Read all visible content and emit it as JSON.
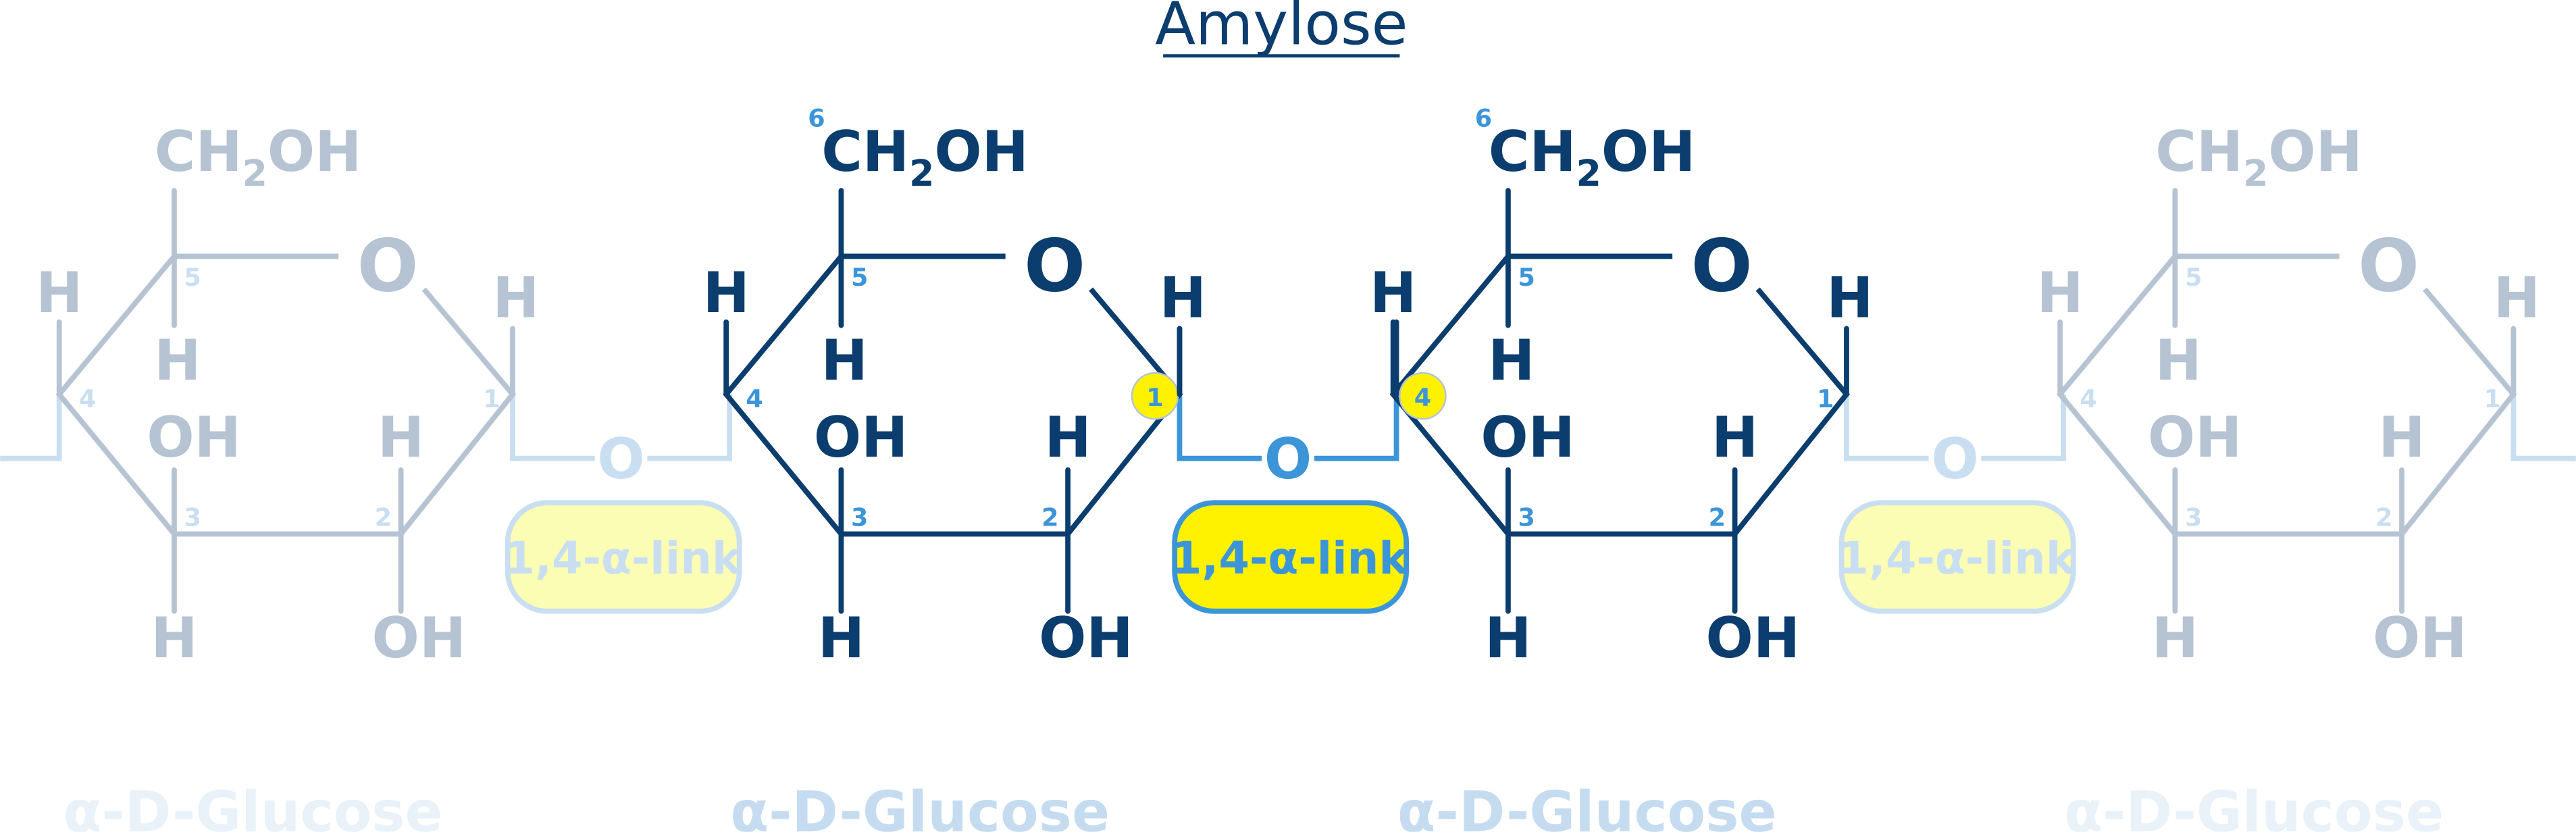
{
  "title": "Amylose",
  "colors": {
    "primary": "#0b3d6e",
    "faded": "#b5c3d3",
    "link_blue": "#3b95d8",
    "link_blue_faded": "#c9dff1",
    "yellow": "#fff200",
    "yellow_faded": "#fcfdb4",
    "label": "#c5dcf0",
    "label_faded": "#e9f1f9"
  },
  "units": [
    {
      "style": "faded",
      "labels": {
        "c6": "",
        "ch2": "CH",
        "sub2": "2",
        "oh": "OH",
        "ring_o": "O",
        "h_c4": "H",
        "h_c5": "H",
        "oh_c3": "OH",
        "h_c2": "H",
        "h_c1": "H",
        "h_c3b": "H",
        "oh_c2b": "OH",
        "n1": "1",
        "n2": "2",
        "n3": "3",
        "n4": "4",
        "n5": "5"
      },
      "name": "α-D-Glucose"
    },
    {
      "style": "primary",
      "labels": {
        "c6": "6",
        "ch2": "CH",
        "sub2": "2",
        "oh": "OH",
        "ring_o": "O",
        "h_c4": "H",
        "h_c5": "H",
        "oh_c3": "OH",
        "h_c2": "H",
        "h_c1": "H",
        "h_c3b": "H",
        "oh_c2b": "OH",
        "n1": "1",
        "n2": "2",
        "n3": "3",
        "n4": "4",
        "n5": "5"
      },
      "name": "α-D-Glucose"
    },
    {
      "style": "primary",
      "labels": {
        "c6": "6",
        "ch2": "CH",
        "sub2": "2",
        "oh": "OH",
        "ring_o": "O",
        "h_c4": "H",
        "h_c5": "H",
        "oh_c3": "OH",
        "h_c2": "H",
        "h_c1": "H",
        "h_c3b": "H",
        "oh_c2b": "OH",
        "n1": "1",
        "n2": "2",
        "n3": "3",
        "n4": "4",
        "n5": "5"
      },
      "name": "α-D-Glucose"
    },
    {
      "style": "faded",
      "labels": {
        "c6": "",
        "ch2": "CH",
        "sub2": "2",
        "oh": "OH",
        "ring_o": "O",
        "h_c4": "H",
        "h_c5": "H",
        "oh_c3": "OH",
        "h_c2": "H",
        "h_c1": "H",
        "h_c3b": "H",
        "oh_c2b": "OH",
        "n1": "1",
        "n2": "2",
        "n3": "3",
        "n4": "4",
        "n5": "5"
      },
      "name": "α-D-Glucose"
    }
  ],
  "links": [
    {
      "style": "faded",
      "oxygen": "O",
      "label": "1,4-α-link"
    },
    {
      "style": "active",
      "oxygen": "O",
      "label": "1,4-α-link"
    },
    {
      "style": "faded",
      "oxygen": "O",
      "label": "1,4-α-link"
    }
  ],
  "ends": {
    "left_bond": true,
    "right_bond": true
  }
}
